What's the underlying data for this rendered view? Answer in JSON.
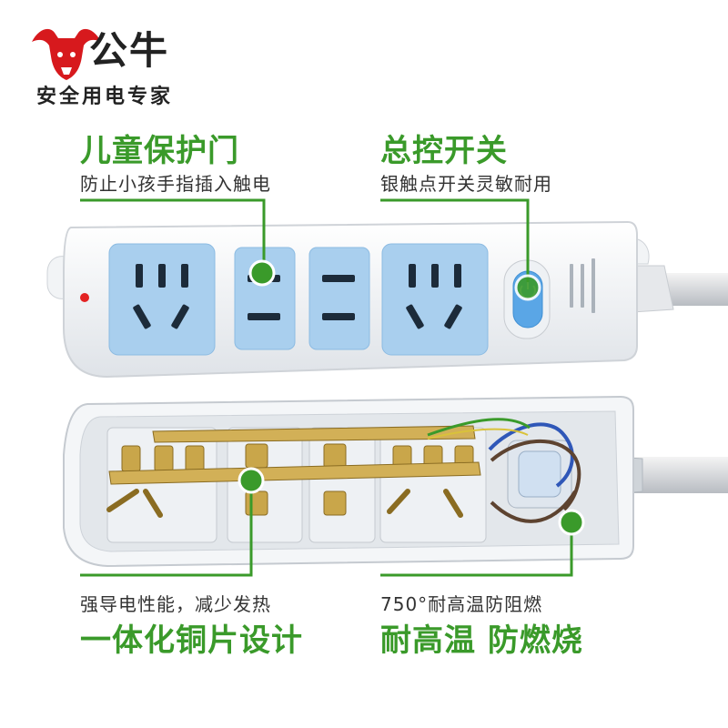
{
  "brand": {
    "name": "公牛",
    "slogan": "安全用电专家",
    "logo_color": "#d7191d"
  },
  "features": {
    "child_door": {
      "title": "儿童保护门",
      "desc": "防止小孩手指插入触电"
    },
    "master_switch": {
      "title": "总控开关",
      "desc": "银触点开关灵敏耐用"
    },
    "copper": {
      "title": "一体化铜片设计",
      "desc": "强导电性能，减少发热"
    },
    "heat_resist": {
      "title": "耐高温 防燃烧",
      "desc": "750°耐高温防阻燃"
    }
  },
  "colors": {
    "accent_green": "#3a9a2a",
    "socket_blue": "#a9cfee",
    "switch_blue": "#5aa6e6",
    "brass": "#c9a64a"
  },
  "icons": [
    "bull-logo-icon",
    "power-switch-icon",
    "indicator-led-icon"
  ]
}
